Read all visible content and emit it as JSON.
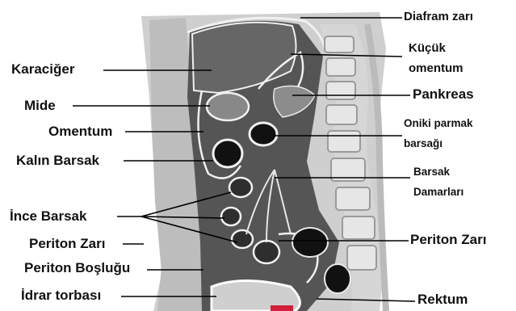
{
  "labels": {
    "diafram": "Diafram zarı",
    "kucuk_1": "Küçük",
    "kucuk_2": "omentum",
    "karaciger": "Karaciğer",
    "pankreas": "Pankreas",
    "mide": "Mide",
    "omentum": "Omentum",
    "oniki_1": "Oniki parmak",
    "oniki_2": "barsağı",
    "kalin": "Kalın Barsak",
    "damar_1": "Barsak",
    "damar_2": "Damarları",
    "ince": "İnce Barsak",
    "periton_zari_left": "Periton Zarı",
    "periton_zari_right": "Periton Zarı",
    "periton_boslugu": "Periton Boşluğu",
    "idrar": "İdrar torbası",
    "rektum": "Rektum"
  },
  "colors": {
    "tissue_dark": "#2b2b2b",
    "tissue_mid": "#5a5a5a",
    "tissue_light": "#a8a8a8",
    "bone": "#d9d9d9",
    "membrane": "#f2f2f2",
    "accent_red": "#d21f3c"
  }
}
